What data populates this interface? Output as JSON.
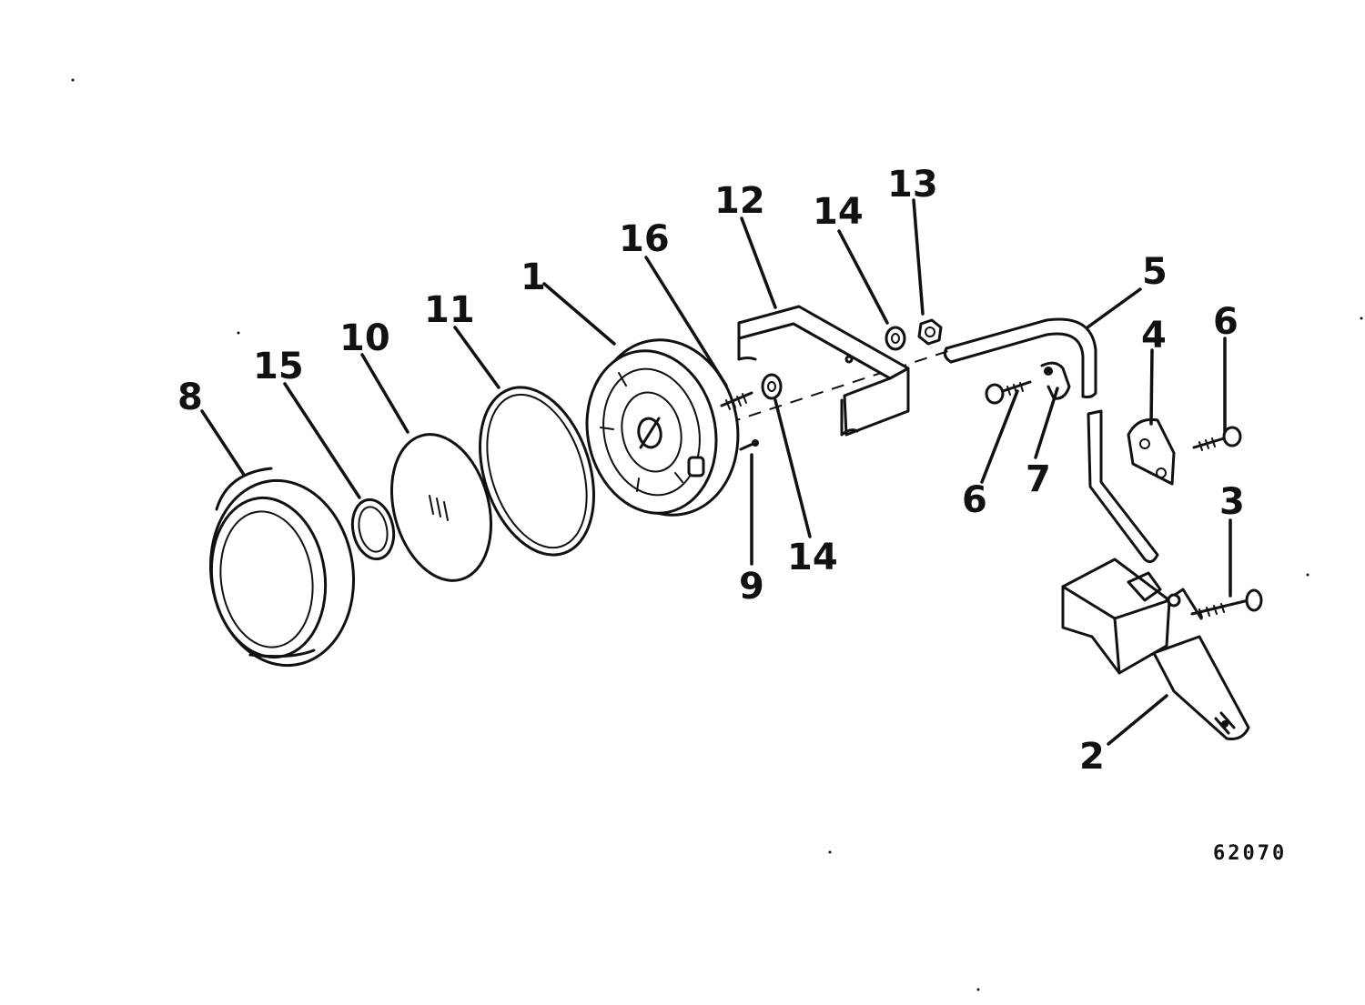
{
  "diagram": {
    "part_numbers": [
      "1",
      "2",
      "3",
      "4",
      "5",
      "6",
      "6",
      "7",
      "8",
      "9",
      "10",
      "11",
      "12",
      "13",
      "14",
      "14",
      "15",
      "16"
    ],
    "labels": {
      "p1": "1",
      "p2": "2",
      "p3": "3",
      "p4": "4",
      "p5": "5",
      "p6a": "6",
      "p6b": "6",
      "p7": "7",
      "p8": "8",
      "p9": "9",
      "p10": "10",
      "p11": "11",
      "p12": "12",
      "p13": "13",
      "p14a": "14",
      "p14b": "14",
      "p15": "15",
      "p16": "16"
    },
    "figure_code": "62070",
    "colors": {
      "ink": "#111111",
      "paper": "#ffffff"
    }
  }
}
